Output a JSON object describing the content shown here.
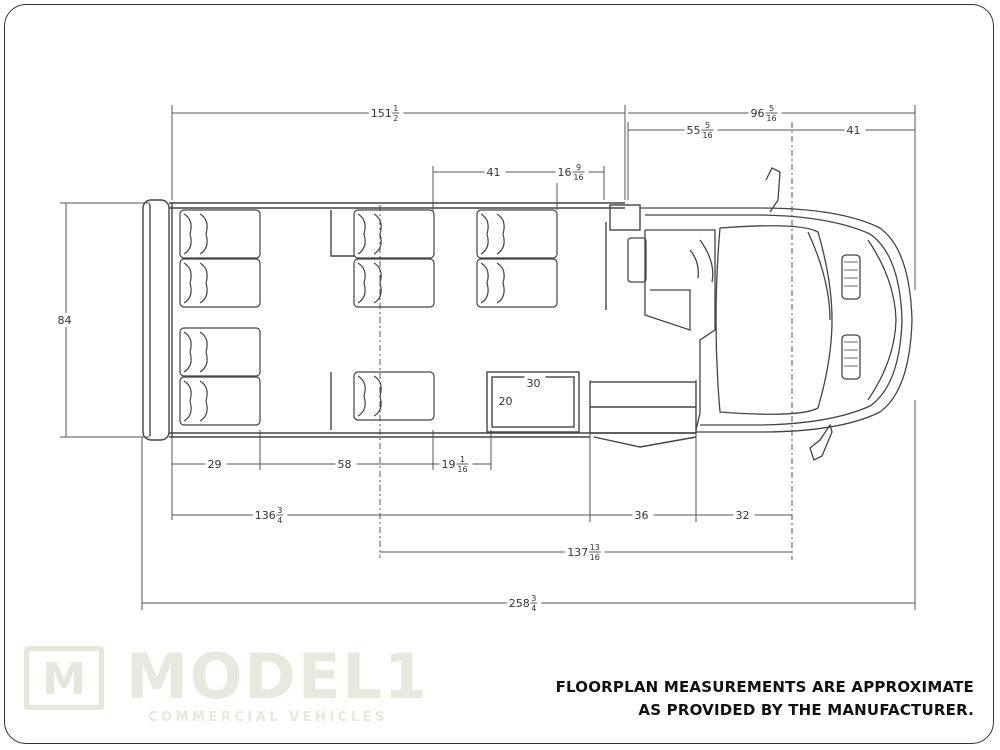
{
  "dimensions": {
    "d_151": {
      "whole": "151",
      "num": "1",
      "den": "2"
    },
    "d_96": {
      "whole": "96",
      "num": "5",
      "den": "16"
    },
    "d_55": {
      "whole": "55",
      "num": "5",
      "den": "16"
    },
    "d_41_top": {
      "whole": "41"
    },
    "d_41_mid": {
      "whole": "41"
    },
    "d_16": {
      "whole": "16",
      "num": "9",
      "den": "16"
    },
    "d_84": {
      "whole": "84"
    },
    "d_30": {
      "whole": "30"
    },
    "d_20": {
      "whole": "20"
    },
    "d_29": {
      "whole": "29"
    },
    "d_58": {
      "whole": "58"
    },
    "d_19": {
      "whole": "19",
      "num": "1",
      "den": "16"
    },
    "d_136": {
      "whole": "136",
      "num": "3",
      "den": "4"
    },
    "d_36": {
      "whole": "36"
    },
    "d_32": {
      "whole": "32"
    },
    "d_137": {
      "whole": "137",
      "num": "13",
      "den": "16"
    },
    "d_258": {
      "whole": "258",
      "num": "3",
      "den": "4"
    }
  },
  "disclaimer": {
    "line1": "FLOORPLAN MEASUREMENTS ARE APPROXIMATE",
    "line2": "AS PROVIDED BY THE MANUFACTURER."
  },
  "logo": {
    "badge_letter": "M",
    "wordmark": "MODEL1",
    "subtitle": "COMMERCIAL VEHICLES"
  }
}
